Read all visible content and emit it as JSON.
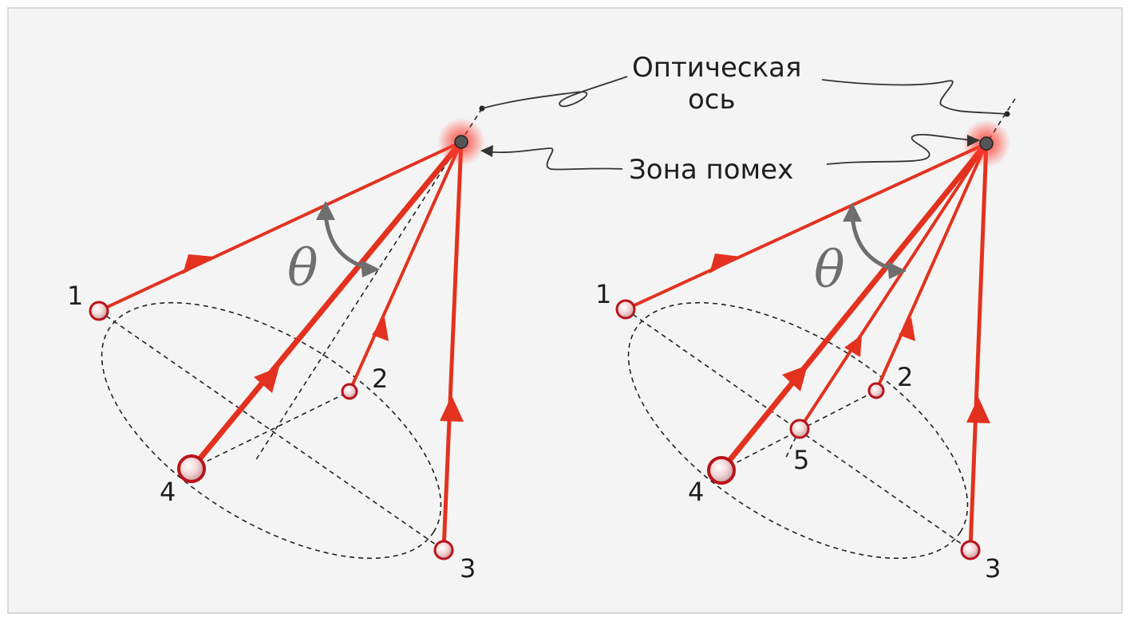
{
  "labels": {
    "optical_axis_line1": "Оптическая",
    "optical_axis_line2": "ось",
    "interference_zone": "Зона помех",
    "theta": "θ"
  },
  "left_diagram": {
    "points": [
      "1",
      "2",
      "3",
      "4"
    ]
  },
  "right_diagram": {
    "points": [
      "1",
      "2",
      "3",
      "4",
      "5"
    ]
  },
  "colors": {
    "beam": "#e2321f",
    "glow": "#ff3b30",
    "arrow_grey": "#6e6e6e",
    "border": "#d9d9d9",
    "background": "#f4f4f4"
  }
}
